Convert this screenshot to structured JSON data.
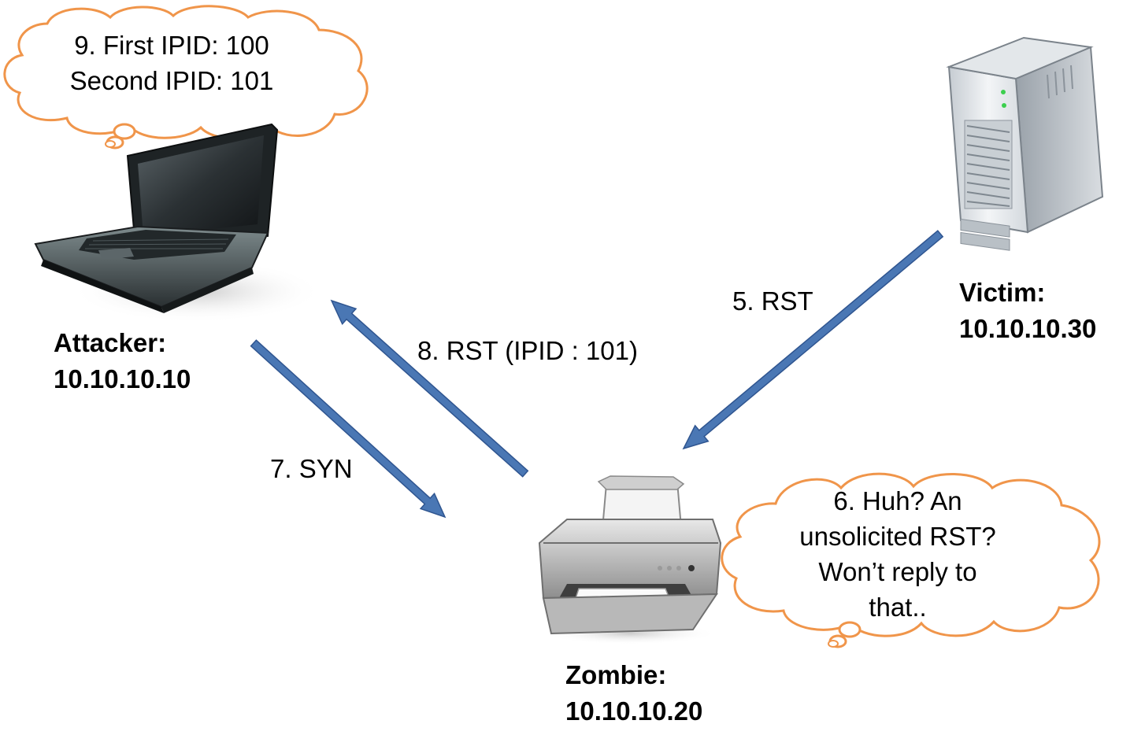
{
  "nodes": {
    "attacker": {
      "label": "Attacker:",
      "ip": "10.10.10.10",
      "icon": "laptop-icon"
    },
    "victim": {
      "label": "Victim:",
      "ip": "10.10.10.30",
      "icon": "server-icon"
    },
    "zombie": {
      "label": "Zombie:",
      "ip": "10.10.10.20",
      "icon": "printer-icon"
    }
  },
  "arrows": {
    "step5": "5. RST",
    "step7": "7. SYN",
    "step8": "8. RST (IPID : 101)"
  },
  "thoughts": {
    "attacker": [
      "9. First IPID: 100",
      "Second IPID: 101"
    ],
    "zombie": [
      "6. Huh? An",
      "unsolicited RST?",
      "Won’t reply to",
      "that.."
    ]
  },
  "colors": {
    "arrow_fill": "#4a77b4",
    "arrow_stroke": "#2f5590",
    "cloud_stroke": "#f0954a",
    "cloud_fill": "#ffffff"
  }
}
